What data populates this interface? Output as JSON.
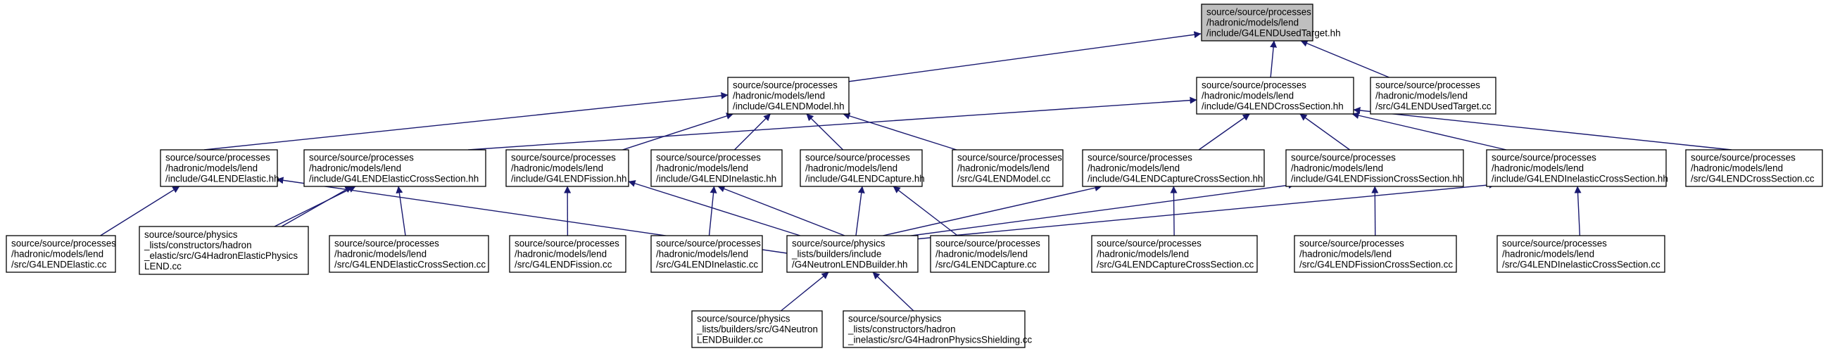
{
  "diagram": {
    "title": "",
    "nodes": [
      {
        "id": "used_target_hh",
        "lines": [
          "source/source/processes",
          "/hadronic/models/lend",
          "/include/G4LENDUsedTarget.hh"
        ],
        "highlight": true
      },
      {
        "id": "model_hh",
        "lines": [
          "source/source/processes",
          "/hadronic/models/lend",
          "/include/G4LENDModel.hh"
        ]
      },
      {
        "id": "cross_section_hh",
        "lines": [
          "source/source/processes",
          "/hadronic/models/lend",
          "/include/G4LENDCrossSection.hh"
        ]
      },
      {
        "id": "used_target_cc",
        "lines": [
          "source/source/processes",
          "/hadronic/models/lend",
          "/src/G4LENDUsedTarget.cc"
        ]
      },
      {
        "id": "elastic_hh",
        "lines": [
          "source/source/processes",
          "/hadronic/models/lend",
          "/include/G4LENDElastic.hh"
        ]
      },
      {
        "id": "elastic_cs_hh",
        "lines": [
          "source/source/processes",
          "/hadronic/models/lend",
          "/include/G4LENDElasticCrossSection.hh"
        ]
      },
      {
        "id": "fission_hh",
        "lines": [
          "source/source/processes",
          "/hadronic/models/lend",
          "/include/G4LENDFission.hh"
        ]
      },
      {
        "id": "inelastic_hh",
        "lines": [
          "source/source/processes",
          "/hadronic/models/lend",
          "/include/G4LENDInelastic.hh"
        ]
      },
      {
        "id": "capture_hh",
        "lines": [
          "source/source/processes",
          "/hadronic/models/lend",
          "/include/G4LENDCapture.hh"
        ]
      },
      {
        "id": "model_cc",
        "lines": [
          "source/source/processes",
          "/hadronic/models/lend",
          "/src/G4LENDModel.cc"
        ]
      },
      {
        "id": "capture_cs_hh",
        "lines": [
          "source/source/processes",
          "/hadronic/models/lend",
          "/include/G4LENDCaptureCrossSection.hh"
        ]
      },
      {
        "id": "fission_cs_hh",
        "lines": [
          "source/source/processes",
          "/hadronic/models/lend",
          "/include/G4LENDFissionCrossSection.hh"
        ]
      },
      {
        "id": "inelastic_cs_hh",
        "lines": [
          "source/source/processes",
          "/hadronic/models/lend",
          "/include/G4LENDInelasticCrossSection.hh"
        ]
      },
      {
        "id": "cross_section_cc",
        "lines": [
          "source/source/processes",
          "/hadronic/models/lend",
          "/src/G4LENDCrossSection.cc"
        ]
      },
      {
        "id": "elastic_cc",
        "lines": [
          "source/source/processes",
          "/hadronic/models/lend",
          "/src/G4LENDElastic.cc"
        ]
      },
      {
        "id": "hadron_elastic_physics_cc",
        "lines": [
          "source/source/physics",
          "_lists/constructors/hadron",
          "_elastic/src/G4HadronElasticPhysics",
          "LEND.cc"
        ]
      },
      {
        "id": "elastic_cs_cc",
        "lines": [
          "source/source/processes",
          "/hadronic/models/lend",
          "/src/G4LENDElasticCrossSection.cc"
        ]
      },
      {
        "id": "fission_cc",
        "lines": [
          "source/source/processes",
          "/hadronic/models/lend",
          "/src/G4LENDFission.cc"
        ]
      },
      {
        "id": "inelastic_cc",
        "lines": [
          "source/source/processes",
          "/hadronic/models/lend",
          "/src/G4LENDInelastic.cc"
        ]
      },
      {
        "id": "neutron_builder_hh",
        "lines": [
          "source/source/physics",
          "_lists/builders/include",
          "/G4NeutronLENDBuilder.hh"
        ]
      },
      {
        "id": "capture_cc",
        "lines": [
          "source/source/processes",
          "/hadronic/models/lend",
          "/src/G4LENDCapture.cc"
        ]
      },
      {
        "id": "capture_cs_cc",
        "lines": [
          "source/source/processes",
          "/hadronic/models/lend",
          "/src/G4LENDCaptureCrossSection.cc"
        ]
      },
      {
        "id": "fission_cs_cc",
        "lines": [
          "source/source/processes",
          "/hadronic/models/lend",
          "/src/G4LENDFissionCrossSection.cc"
        ]
      },
      {
        "id": "inelastic_cs_cc",
        "lines": [
          "source/source/processes",
          "/hadronic/models/lend",
          "/src/G4LENDInelasticCrossSection.cc"
        ]
      },
      {
        "id": "neutron_builder_cc",
        "lines": [
          "source/source/physics",
          "_lists/builders/src/G4Neutron",
          "LENDBuilder.cc"
        ]
      },
      {
        "id": "physics_shielding_cc",
        "lines": [
          "source/source/physics",
          "_lists/constructors/hadron",
          "_inelastic/src/G4HadronPhysicsShielding.cc"
        ]
      }
    ],
    "edges": [
      {
        "from": "model_hh",
        "to": "used_target_hh"
      },
      {
        "from": "cross_section_hh",
        "to": "used_target_hh"
      },
      {
        "from": "used_target_cc",
        "to": "used_target_hh"
      },
      {
        "from": "elastic_hh",
        "to": "model_hh"
      },
      {
        "from": "fission_hh",
        "to": "model_hh"
      },
      {
        "from": "inelastic_hh",
        "to": "model_hh"
      },
      {
        "from": "capture_hh",
        "to": "model_hh"
      },
      {
        "from": "model_cc",
        "to": "model_hh"
      },
      {
        "from": "elastic_cs_hh",
        "to": "cross_section_hh"
      },
      {
        "from": "capture_cs_hh",
        "to": "cross_section_hh"
      },
      {
        "from": "fission_cs_hh",
        "to": "cross_section_hh"
      },
      {
        "from": "inelastic_cs_hh",
        "to": "cross_section_hh"
      },
      {
        "from": "cross_section_cc",
        "to": "cross_section_hh"
      },
      {
        "from": "elastic_cc",
        "to": "elastic_hh"
      },
      {
        "from": "hadron_elastic_physics_cc",
        "to": "elastic_hh"
      },
      {
        "from": "neutron_builder_hh",
        "to": "elastic_hh"
      },
      {
        "from": "hadron_elastic_physics_cc",
        "to": "elastic_cs_hh"
      },
      {
        "from": "elastic_cs_cc",
        "to": "elastic_cs_hh"
      },
      {
        "from": "fission_cc",
        "to": "fission_hh"
      },
      {
        "from": "neutron_builder_hh",
        "to": "fission_hh"
      },
      {
        "from": "inelastic_cc",
        "to": "inelastic_hh"
      },
      {
        "from": "neutron_builder_hh",
        "to": "inelastic_hh"
      },
      {
        "from": "neutron_builder_hh",
        "to": "capture_hh"
      },
      {
        "from": "capture_cc",
        "to": "capture_hh"
      },
      {
        "from": "neutron_builder_hh",
        "to": "capture_cs_hh"
      },
      {
        "from": "capture_cs_cc",
        "to": "capture_cs_hh"
      },
      {
        "from": "neutron_builder_hh",
        "to": "fission_cs_hh"
      },
      {
        "from": "fission_cs_cc",
        "to": "fission_cs_hh"
      },
      {
        "from": "neutron_builder_hh",
        "to": "inelastic_cs_hh"
      },
      {
        "from": "inelastic_cs_cc",
        "to": "inelastic_cs_hh"
      },
      {
        "from": "neutron_builder_cc",
        "to": "neutron_builder_hh"
      },
      {
        "from": "physics_shielding_cc",
        "to": "neutron_builder_hh"
      }
    ],
    "colors": {
      "edge": "#191970",
      "root_fill": "#bfbfbf",
      "node_fill": "#ffffff",
      "border": "#000000"
    }
  }
}
